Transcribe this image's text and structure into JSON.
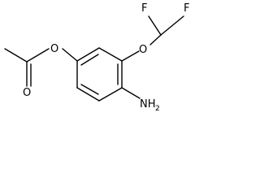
{
  "molecule": {
    "atoms": {
      "ester_oxygen": "O",
      "carbonyl_oxygen": "O",
      "ether_oxygen": "O",
      "fluorine_left": "F",
      "fluorine_right": "F",
      "amine_N": "NH",
      "amine_sub": "2"
    }
  }
}
